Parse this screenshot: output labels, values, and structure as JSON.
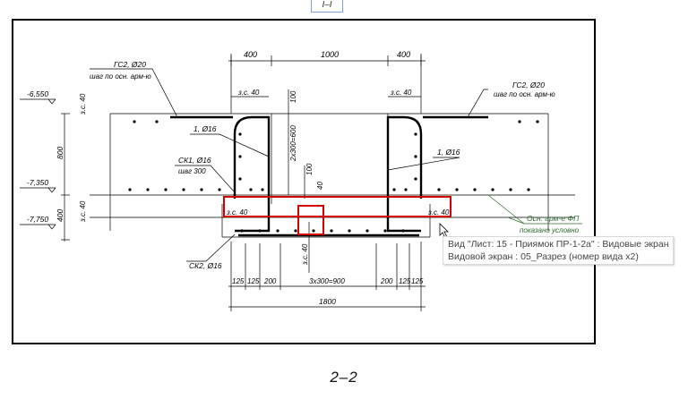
{
  "top_marker": "I–I",
  "section_title": "2–2",
  "tooltip": {
    "line1": "Вид \"Лист: 15 - Приямок ПР-1-2а\" : Видовые экраны :",
    "line2": "Видовой экран : 05_Разрез (номер вида x2)"
  },
  "drawing": {
    "dim_top": [
      "400",
      "1000",
      "400"
    ],
    "dim_bottom_parts": [
      "125",
      "125",
      "200",
      "3х300=900",
      "200",
      "125",
      "125"
    ],
    "dim_bottom_total": "1800",
    "levels": [
      "-6,550",
      "-7,350",
      "-7,750"
    ],
    "left_dims": [
      "800",
      "400"
    ],
    "zs40": "з.с. 40",
    "leader_gc2_left": {
      "l1": "ГС2, Ø20",
      "l2": "шаг по осн. арм-ю"
    },
    "leader_gc2_right": {
      "l1": "ГС2, Ø20",
      "l2": "шаг по осн. арм-ю"
    },
    "leader_1_left": "1, Ø16",
    "leader_1_right": "1, Ø16",
    "leader_ck1": {
      "l1": "СК1, Ø16",
      "l2": "шаг 300"
    },
    "leader_ck2": "СК2, Ø16",
    "note_green": {
      "l1": "Осн. арм-е ФП",
      "l2": "показано условно"
    },
    "inner_dims": [
      "100",
      "2х300=600",
      "100",
      "40"
    ],
    "colors": {
      "highlight": "#d40000",
      "note": "#2e6b2e",
      "line": "#000000"
    }
  }
}
